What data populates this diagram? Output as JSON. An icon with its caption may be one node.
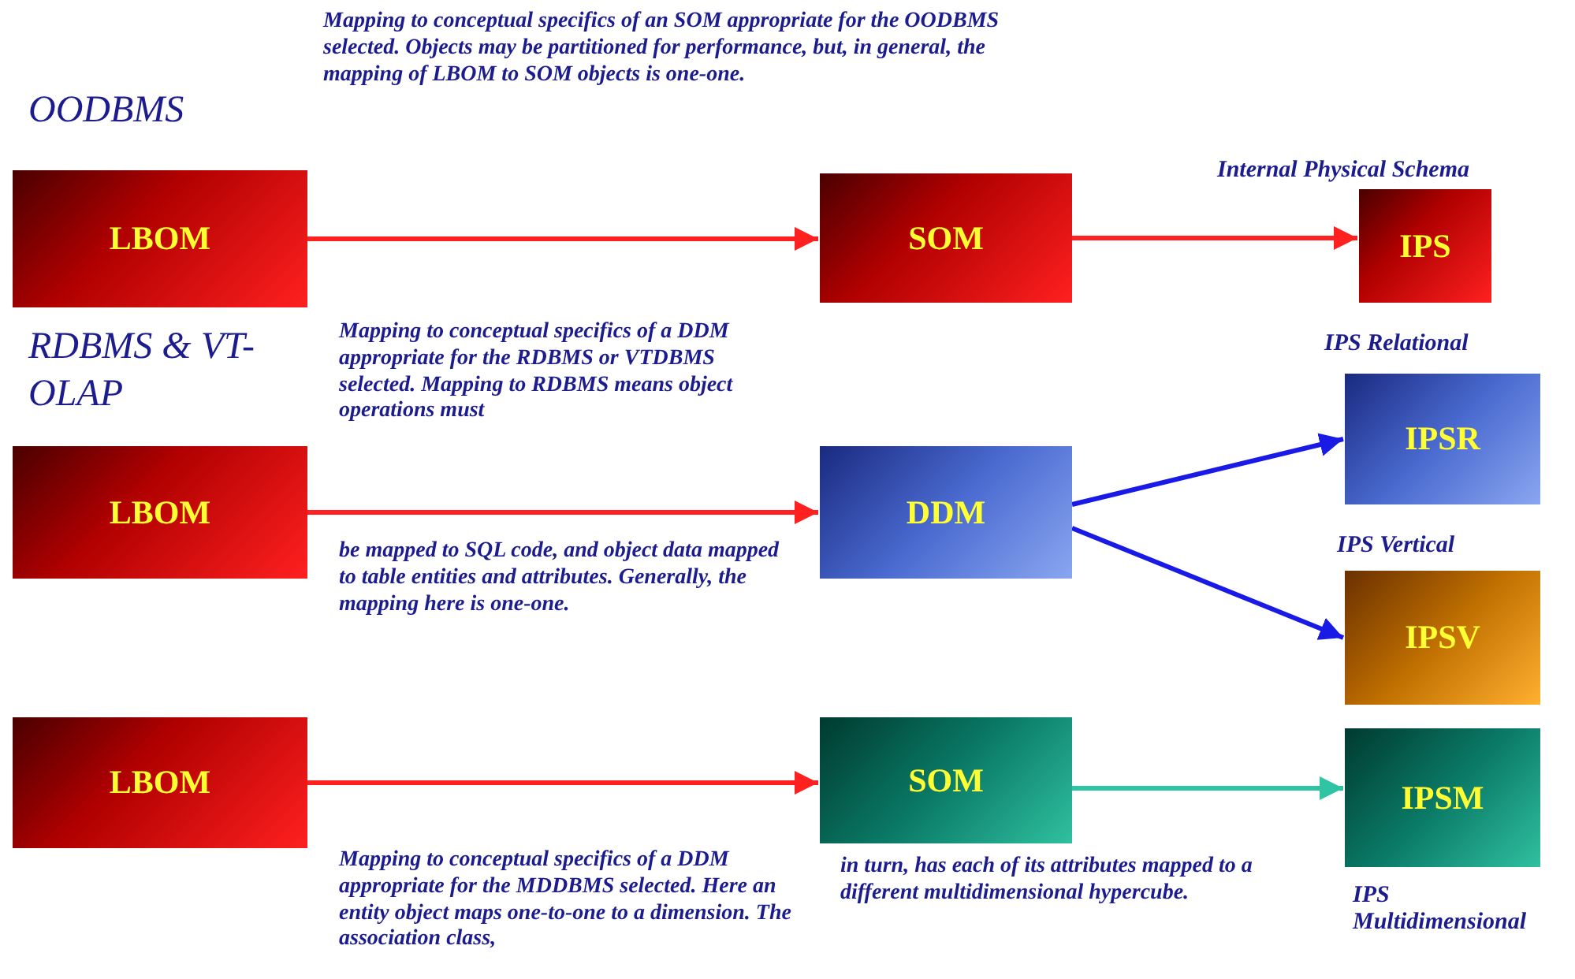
{
  "diagram": {
    "nodes": [
      {
        "text": [
          "LBOM"
        ]
      },
      {
        "text": [
          "SOM"
        ]
      },
      {
        "text": [
          "IPS"
        ],
        "beside": [
          "Internal Physical Schema"
        ]
      },
      {
        "text": [
          "LBOM"
        ]
      },
      {
        "text": [
          "DDM"
        ]
      },
      {
        "text": [
          "IPSR"
        ],
        "beside": [
          "IPS Relational"
        ]
      },
      {
        "text": [
          "IPSV"
        ],
        "beside": [
          "IPS Vertical"
        ]
      },
      {
        "text": [
          "LBOM"
        ]
      },
      {
        "text": [
          "SOM"
        ]
      },
      {
        "text": [
          "IPSM"
        ],
        "beside": [
          "IPS Multidimensional"
        ]
      }
    ],
    "edges": [
      {
        "from": 0,
        "to": 1,
        "arrow": "to"
      },
      {
        "from": 1,
        "to": 2,
        "arrow": "to"
      },
      {
        "from": 3,
        "to": 4,
        "arrow": "to"
      },
      {
        "from": 4,
        "to": 5,
        "arrow": "to",
        "color": "#1a1ae6"
      },
      {
        "from": 4,
        "to": 6,
        "arrow": "to",
        "color": "#1a1ae6"
      },
      {
        "from": 7,
        "to": 8,
        "arrow": "to"
      },
      {
        "from": 8,
        "to": 9,
        "arrow": "to",
        "color": "#2ec4a4"
      }
    ],
    "labels": [
      "Mapping to conceptual specifics of an SOM appropriate for the OODBMS selected. Objects may be partitioned for performance, but, in general, the mapping of LBOM to SOM objects is one-one.",
      "OODBMS",
      "RDBMS & VT-OLAP",
      "Mapping to conceptual specifics of a DDM appropriate for the RDBMS or VTDBMS selected. Mapping to RDBMS means object operations must",
      "be mapped to SQL code, and object data mapped to table entities and attributes. Generally, the mapping here is one-one.",
      "Mapping to conceptual specifics of a DDM appropriate for the MDDBMS selected. Here an entity object maps one-to-one to a dimension. The association class,",
      "in turn, has each of its attributes mapped to a different multidimensional hypercube."
    ]
  }
}
